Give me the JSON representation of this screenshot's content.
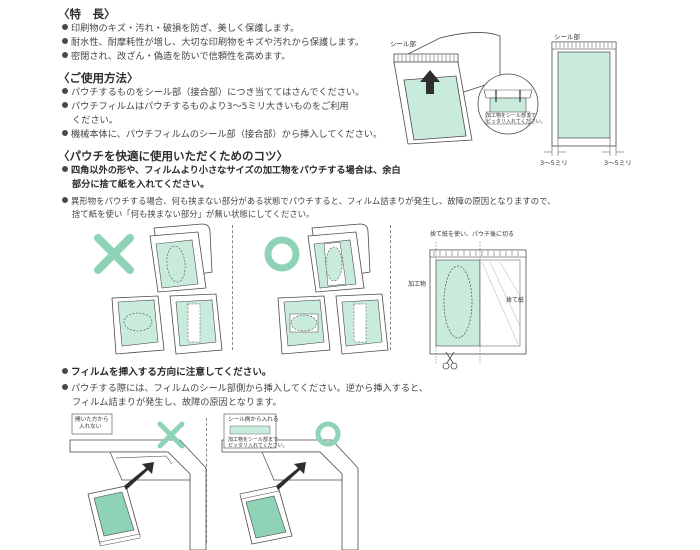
{
  "sections": {
    "features": {
      "title": "〈特　長〉",
      "items": [
        "印刷物のキズ・汚れ・破損を防ぎ、美しく保護します。",
        "耐水性、耐摩耗性が増し、大切な印刷物をキズや汚れから保護します。",
        "密閉され、改ざん・偽造を防いで信頼性を高めます。"
      ]
    },
    "usage": {
      "title": "〈ご使用方法〉",
      "items": [
        "パウチするものをシール部（接合部）につき当ててはさんでください。",
        "パウチフィルムはパウチするものより3〜5ミリ大きいものをご利用",
        "ください。",
        "機械本体に、パウチフィルムのシール部（接合部）から挿入してください。"
      ]
    },
    "tips": {
      "title": "〈パウチを快適に使用いただくためのコツ〉",
      "item1_line1": "四角以外の形や、フィルムより小さなサイズの加工物をパウチする場合は、余白",
      "item1_line2": "部分に捨て紙を入れてください。",
      "item2_line1": "異形物をパウチする場合、何も挟まない部分がある状態でパウチすると、フィルム詰まりが発生し、故障の原因となりますので、",
      "item2_line2": "捨て紙を使い「何も挟まない部分」が無い状態にしてください。"
    },
    "insert": {
      "title": "フィルムを挿入する方向に注意してください。",
      "line1": "パウチする際には、フィルムのシール部側から挿入してください。逆から挿入すると、",
      "line2": "フィルム詰まりが発生し、故障の原因となります。"
    }
  },
  "labels": {
    "seal_part": "シール部",
    "seal_part_2": "シール部",
    "callout_line1": "加工物をシール部まで",
    "callout_line2": "ピッタリ入れてください。",
    "dim_left": "3〜5ミリ",
    "dim_right": "3〜5ミリ",
    "cut_label": "捨て紙を使い、パウチ後に切る",
    "workpiece": "加工物",
    "scrap_paper": "捨て紙",
    "open_side_line1": "開いた方から",
    "open_side_line2": "入れない",
    "insert_from_seal": "シール側から入れる",
    "insert_callout_line1": "加工物をシール部まで",
    "insert_callout_line2": "ピッタリ入れてください。"
  },
  "colors": {
    "accent_green": "#8fd3b6",
    "film_green": "#c9ebdc",
    "line": "#4a4a4a"
  }
}
